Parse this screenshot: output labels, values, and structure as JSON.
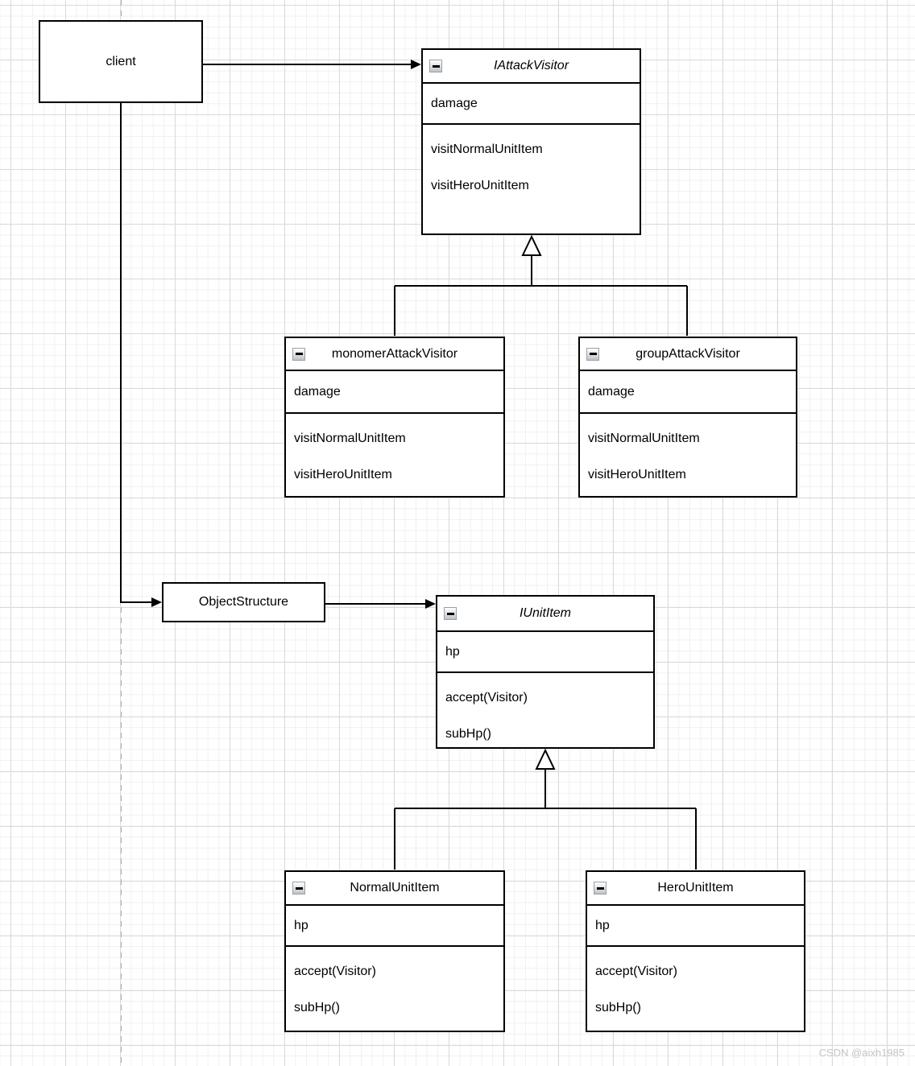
{
  "diagram": {
    "client": {
      "label": "client"
    },
    "object_structure": {
      "label": "ObjectStructure"
    },
    "classes": [
      {
        "title": "IAttackVisitor",
        "stereotype": "interface",
        "attributes": [
          "damage"
        ],
        "methods": [
          "visitNormalUnitItem",
          "visitHeroUnitItem"
        ]
      },
      {
        "title": "monomerAttackVisitor",
        "stereotype": "class",
        "attributes": [
          "damage"
        ],
        "methods": [
          "visitNormalUnitItem",
          "visitHeroUnitItem"
        ]
      },
      {
        "title": "groupAttackVisitor",
        "stereotype": "class",
        "attributes": [
          "damage"
        ],
        "methods": [
          "visitNormalUnitItem",
          "visitHeroUnitItem"
        ]
      },
      {
        "title": "IUnitItem",
        "stereotype": "interface",
        "attributes": [
          "hp"
        ],
        "methods": [
          "accept(Visitor)",
          "subHp()"
        ]
      },
      {
        "title": "NormalUnitItem",
        "stereotype": "class",
        "attributes": [
          "hp"
        ],
        "methods": [
          "accept(Visitor)",
          "subHp()"
        ]
      },
      {
        "title": "HeroUnitItem",
        "stereotype": "class",
        "attributes": [
          "hp"
        ],
        "methods": [
          "accept(Visitor)",
          "subHp()"
        ]
      }
    ],
    "icons": {
      "collapse": "minus-in-square"
    },
    "colors": {
      "stroke": "#000000",
      "node_fill": "#ffffff",
      "grid_minor": "#f0f0f0",
      "grid_major": "#dadada",
      "page_guide": "#b0b0b0",
      "watermark": "#c4c4c4"
    },
    "watermark": "CSDN @aixh1985"
  }
}
